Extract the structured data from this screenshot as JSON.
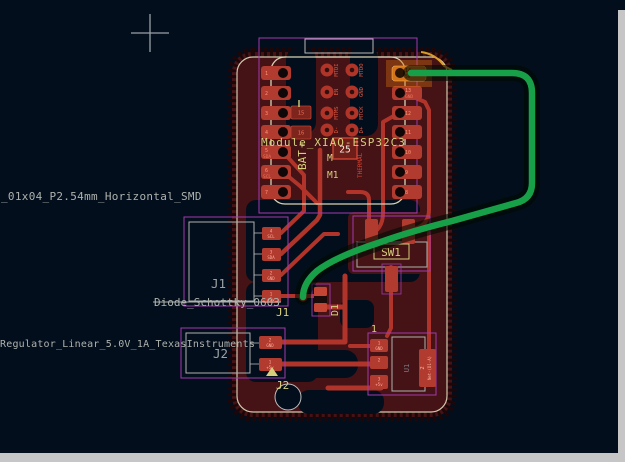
{
  "window": {
    "background": "#030e1c",
    "edge_color": "#c6c6c6"
  },
  "colors": {
    "board_fill": "#451215",
    "copper_trace": "#b0342a",
    "pad_fill": "#b13b2e",
    "silkscreen_yellow": "#d6cf7c",
    "courtyard_magenta": "#a23ab0",
    "fab_gray": "#b0b0b0",
    "ref_text_gray": "#9aa0a3",
    "highlight_net_green": "#18a048",
    "selected_pad_orange": "#d4731a",
    "board_edge_line": "#cfc9ae"
  },
  "texts": {
    "pinheader_name": "_01x04_P2.54mm_Horizontal_SMD",
    "diode_name": "Diode_Schottky_0603",
    "regulator_name": "Regulator_Linear_5.0V_1A_TexasInstruments",
    "j1_ref": "J1",
    "j2_ref": "J2"
  },
  "module": {
    "silk_name": "Module_XIAO-ESP32C3",
    "ref": "M1",
    "m_partial": "M",
    "bat": "BAT",
    "plus": "+",
    "thermal_num": "25",
    "thermal_text": "THERMAL",
    "bat_pad_a": "15",
    "bat_pad_b": "16",
    "left_pads": [
      {
        "n": "1",
        "sig": ""
      },
      {
        "n": "2",
        "sig": ""
      },
      {
        "n": "3",
        "sig": ""
      },
      {
        "n": "4",
        "sig": ""
      },
      {
        "n": "5",
        "sig": "SDA"
      },
      {
        "n": "6",
        "sig": "SCL"
      },
      {
        "n": "7",
        "sig": ""
      }
    ],
    "right_pads": [
      {
        "n": "14",
        "sig": "5v"
      },
      {
        "n": "13",
        "sig": "GND"
      },
      {
        "n": "12",
        "sig": ""
      },
      {
        "n": "11",
        "sig": ""
      },
      {
        "n": "10",
        "sig": ""
      },
      {
        "n": "9",
        "sig": ""
      },
      {
        "n": "8",
        "sig": ""
      }
    ],
    "tp_left": [
      "MTDI",
      "EN",
      "MTMS",
      "D-"
    ],
    "tp_right": [
      "MTDO",
      "GND",
      "MTCK",
      "D+"
    ]
  },
  "sw1": {
    "ref": "SW1"
  },
  "d1": {
    "ref": "D1"
  },
  "u1": {
    "ref": "U1",
    "ref_digit": "1",
    "pads": [
      {
        "n": "1",
        "sig": "GND"
      },
      {
        "n": "2",
        "sig": ""
      },
      {
        "n": "3",
        "sig": "+5v"
      }
    ],
    "tab_n": "2",
    "tab_net": "Net-(D1-A)"
  },
  "j1": {
    "silk": "J1",
    "pads": [
      {
        "n": "4",
        "sig": "SCL"
      },
      {
        "n": "3",
        "sig": "SDA"
      },
      {
        "n": "2",
        "sig": "GND"
      },
      {
        "n": "1",
        "sig": "+5v"
      }
    ]
  },
  "j2": {
    "silk": "J2",
    "pads": [
      {
        "n": "2",
        "sig": "GND"
      },
      {
        "n": "1",
        "sig": "+5v"
      }
    ]
  }
}
